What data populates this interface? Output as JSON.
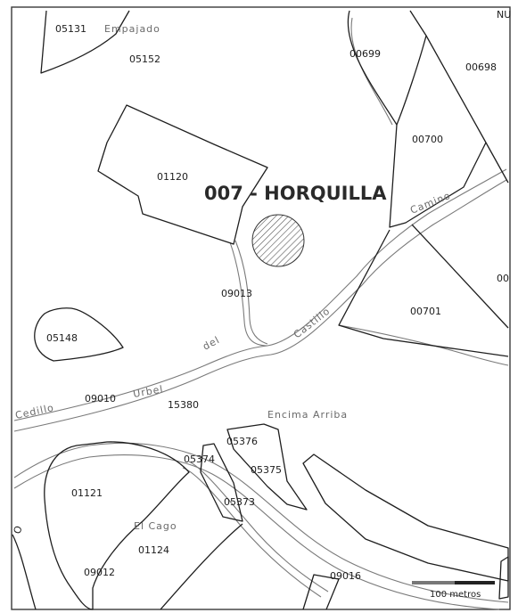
{
  "map": {
    "title": "007 - HORQUILLA",
    "parcels": [
      "05131",
      "05152",
      "00699",
      "00698",
      "00700",
      "01120",
      "09013",
      "00701",
      "05148",
      "09010",
      "15380",
      "05376",
      "05374",
      "05375",
      "05373",
      "01121",
      "01124",
      "09012",
      "09016"
    ],
    "place_names": [
      "Empajado",
      "Camino",
      "del",
      "Castillo",
      "Urbel",
      "Cedillo",
      "Encima Arriba",
      "El Cago"
    ],
    "edge_labels": [
      "NU",
      "00",
      "O"
    ],
    "scale_bar": {
      "label": "100 metros"
    },
    "colors": {
      "parcel_line": "#1e1e1e",
      "road_line": "#7a7a7a",
      "hatch": "#555555"
    }
  }
}
